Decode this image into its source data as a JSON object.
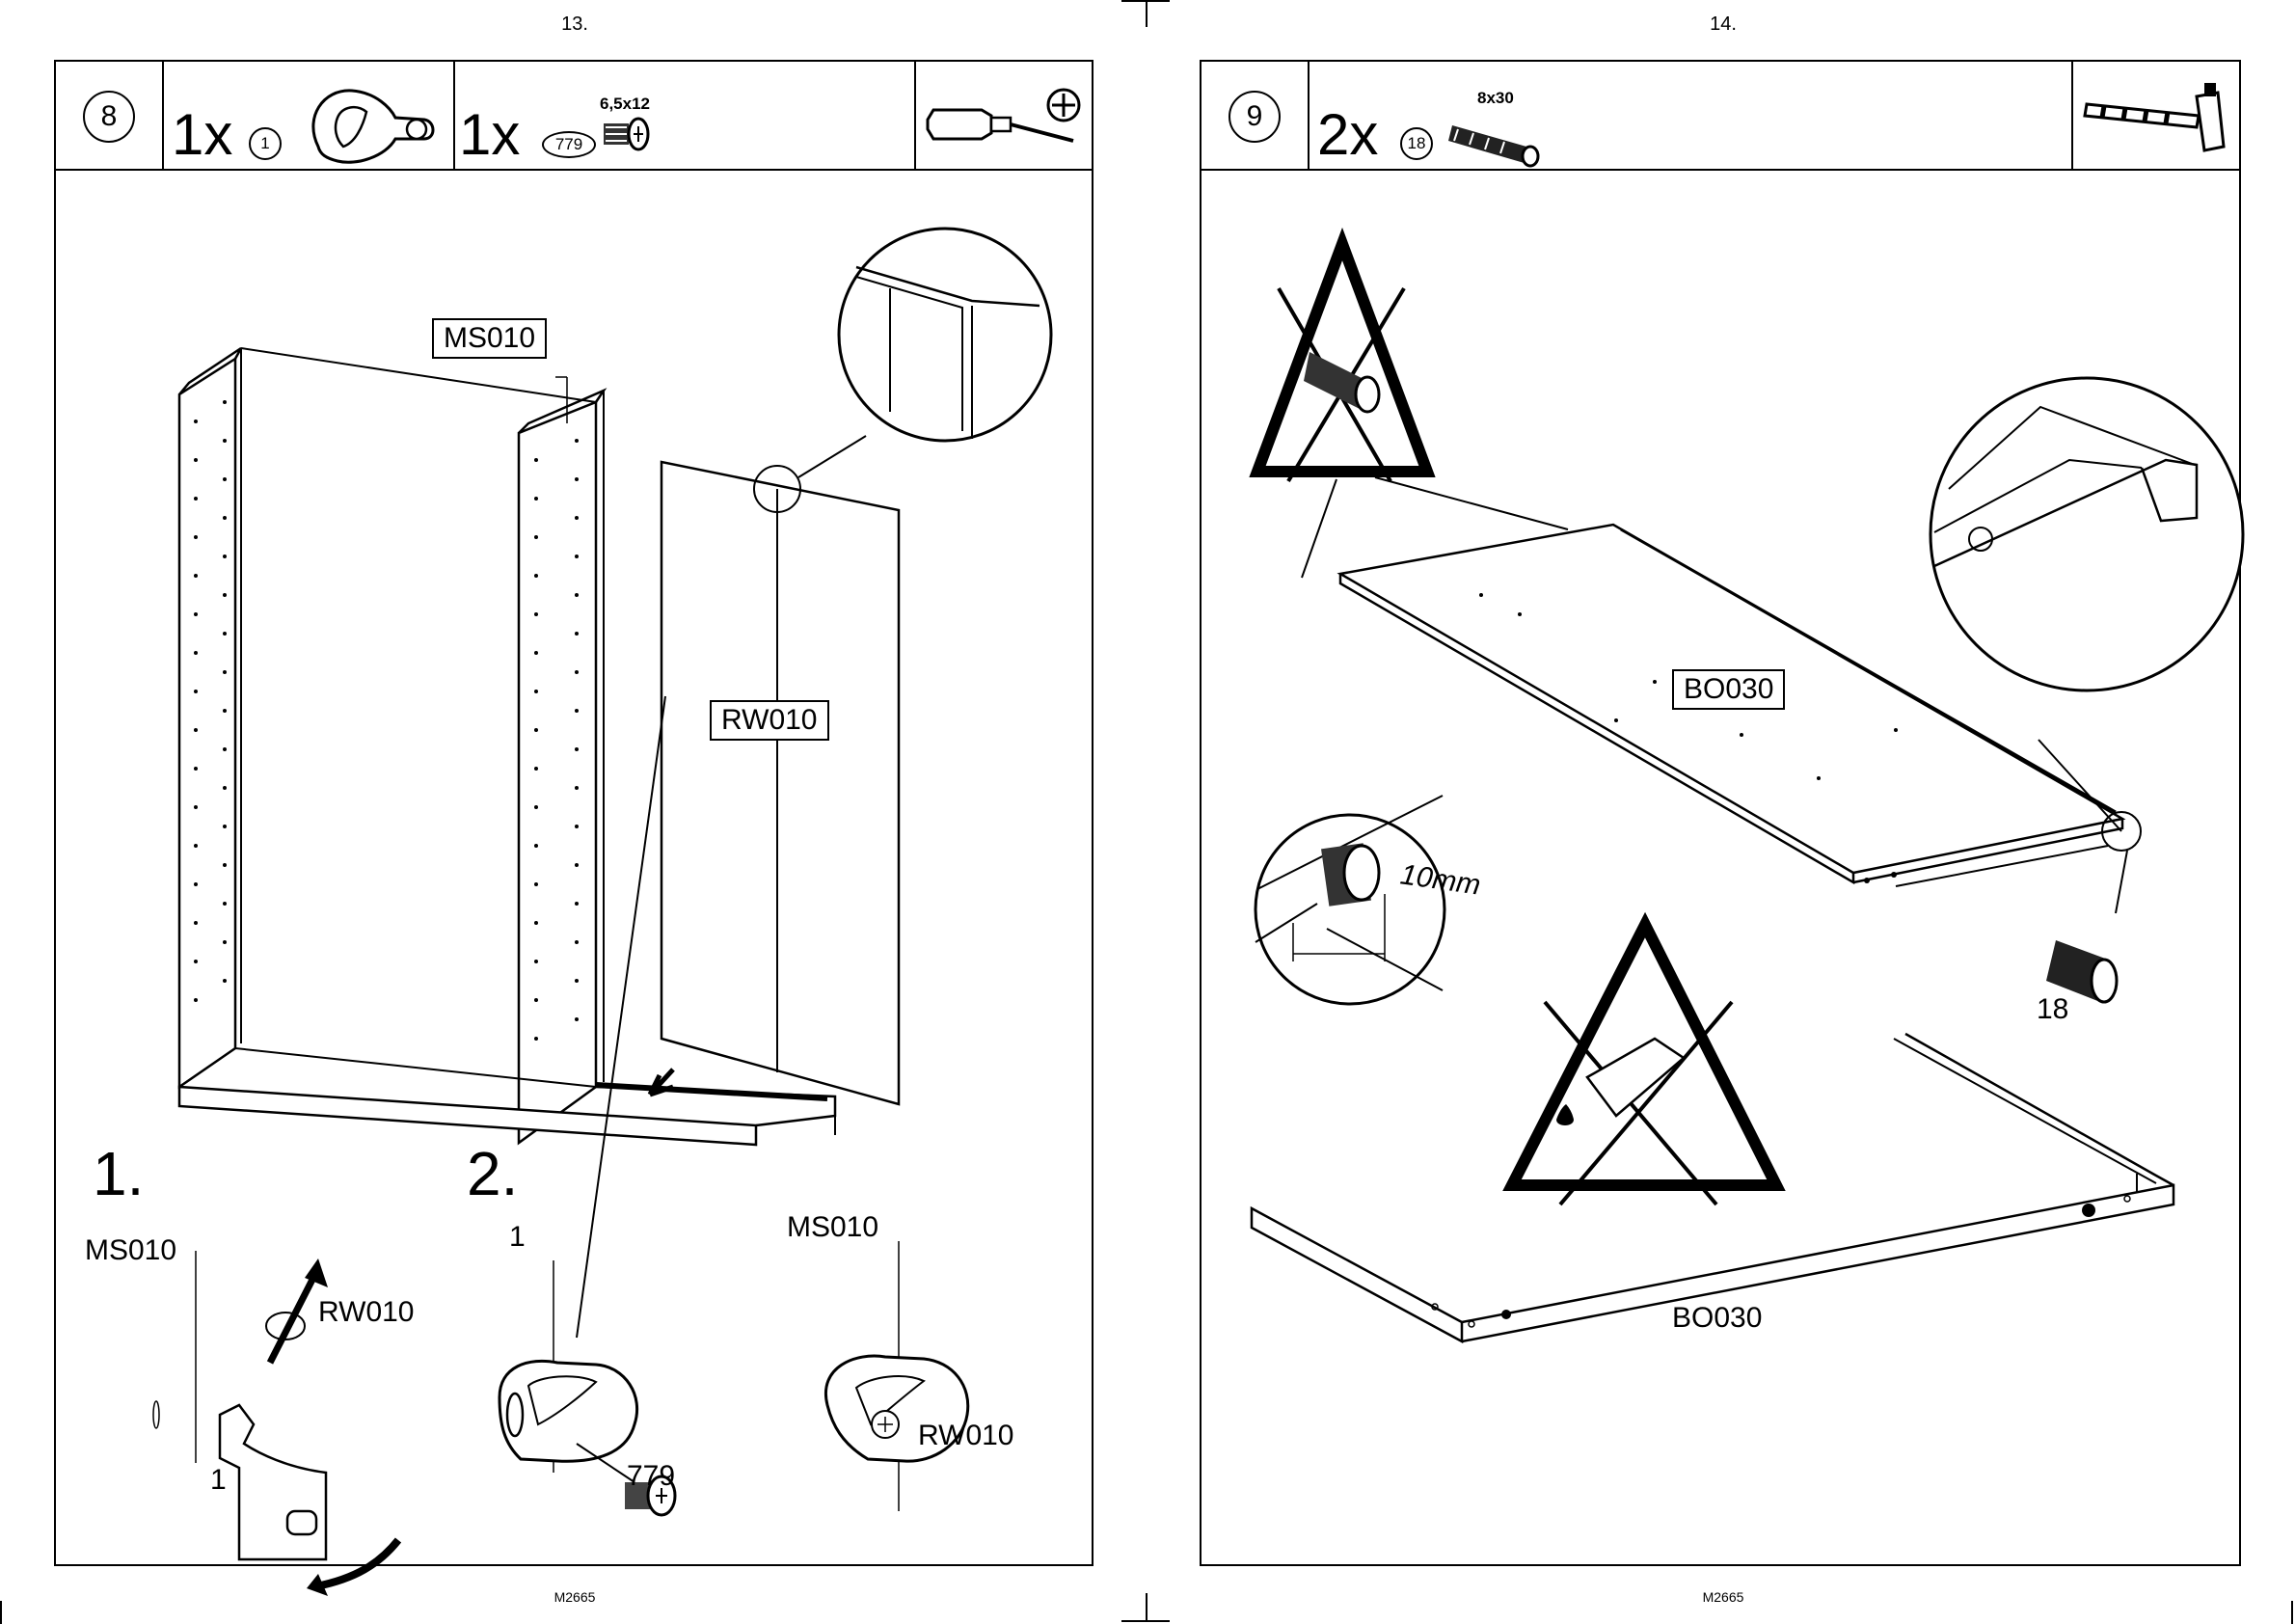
{
  "left_page": {
    "page_number": "13.",
    "footer": "M2665",
    "step": "8",
    "parts": [
      {
        "qty": "1x",
        "part_id": "1"
      },
      {
        "qty": "1x",
        "part_id": "779",
        "size": "6,5x12"
      }
    ],
    "tool": "phillips-screwdriver",
    "labels": {
      "side_panel": "MS010",
      "back_panel": "RW010",
      "detail1_number": "1.",
      "detail2_number": "2.",
      "d1_ms": "MS010",
      "d1_rw": "RW010",
      "d1_part": "1",
      "d2_part": "1",
      "d2_screw": "779",
      "d3_ms": "MS010",
      "d3_rw": "RW010"
    }
  },
  "right_page": {
    "page_number": "14.",
    "footer": "M2665",
    "step": "9",
    "parts": [
      {
        "qty": "2x",
        "part_id": "18",
        "size": "8x30"
      }
    ],
    "tool": "hammer",
    "labels": {
      "shelf_top": "BO030",
      "dowel_depth": "10mm",
      "dowel_part": "18",
      "shelf_bottom": "BO030"
    }
  }
}
